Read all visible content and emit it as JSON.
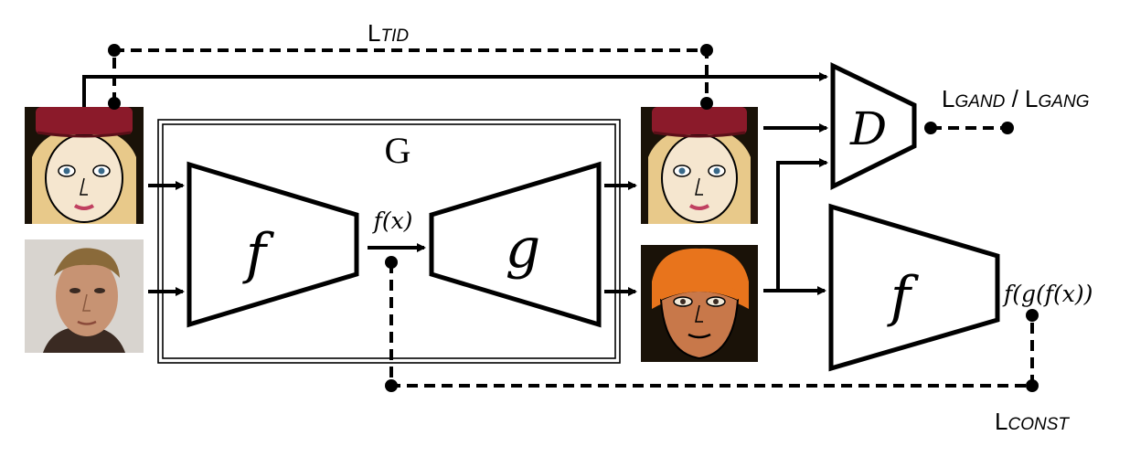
{
  "generator_box": {
    "label": "G"
  },
  "encoder_1": {
    "label": "f"
  },
  "decoder": {
    "label": "g"
  },
  "encoder_2": {
    "label": "f"
  },
  "discriminator": {
    "label": "D"
  },
  "encoding_label": "f(x)",
  "reconstruction_label": "f(g(f(x))",
  "losses": {
    "tid": {
      "main": "L",
      "sub": "TID"
    },
    "gan": {
      "main1": "L",
      "sub1": "GAND",
      "sep": " / ",
      "main2": "L",
      "sub2": "GANG"
    },
    "const": {
      "main": "L",
      "sub": "CONST"
    }
  },
  "images": [
    {
      "name": "input-cartoon-face",
      "description": "cartoon face with red beanie"
    },
    {
      "name": "input-real-photo",
      "description": "photo of a man"
    },
    {
      "name": "output-cartoon-face",
      "description": "cartoon face with red beanie"
    },
    {
      "name": "output-cartoon-from-photo",
      "description": "cartoonized man with orange hair"
    }
  ],
  "colors": {
    "line": "#000000",
    "beanie": "#8b1a2a",
    "blond_hair": "#e8c98a",
    "skin_light": "#f5e6cf",
    "orange_hair": "#e8741c"
  }
}
